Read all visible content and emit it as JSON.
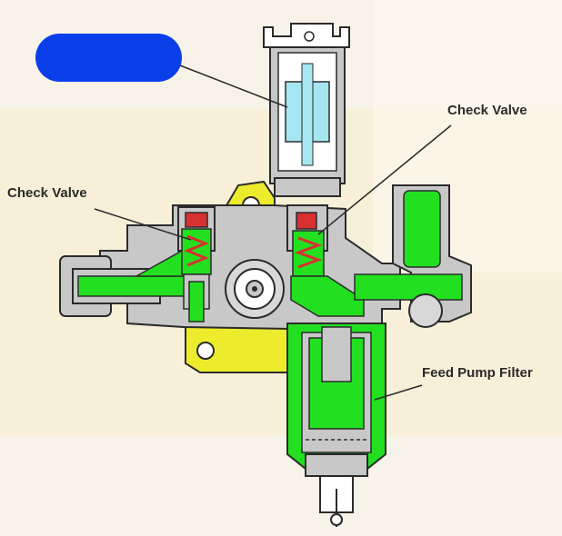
{
  "labels": {
    "check_valve_right": "Check Valve",
    "check_valve_left": "Check Valve",
    "feed_pump_filter": "Feed Pump Filter"
  },
  "colors": {
    "fuel": "#22e020",
    "housing": "#c8c8c8",
    "outline": "#2b2b2b",
    "mount_plate": "#ecec2c",
    "solenoid": "#a6e6f2",
    "valve_seat": "#d83030",
    "redaction": "#0a3ee8",
    "background": "#f7f1e4"
  }
}
